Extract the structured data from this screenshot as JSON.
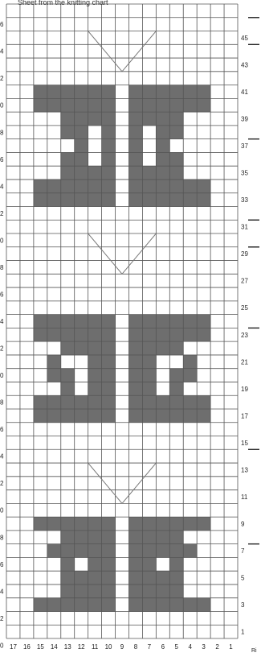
{
  "chart_title": "Sheet from the knitting chart",
  "cols": 17,
  "rows": 47,
  "fill_color": "#6e6e6e",
  "grid_color": "#555555",
  "bottom_labels": [
    "17",
    "16",
    "15",
    "14",
    "13",
    "12",
    "11",
    "10",
    "9",
    "8",
    "7",
    "6",
    "5",
    "4",
    "3",
    "2",
    "1"
  ],
  "right_labels": [
    "45",
    "43",
    "41",
    "39",
    "37",
    "35",
    "33",
    "31",
    "29",
    "27",
    "25",
    "23",
    "21",
    "19",
    "17",
    "15",
    "13",
    "11",
    "9",
    "7",
    "5",
    "3",
    "1"
  ],
  "left_labels": [
    "6",
    "4",
    "2",
    "0",
    "8",
    "6",
    "4",
    "2",
    "0",
    "8",
    "6",
    "4",
    "2",
    "0",
    "8",
    "6",
    "4",
    "2",
    "0",
    "8",
    "6",
    "4",
    "2",
    "0"
  ],
  "corner_label": "Ri",
  "pattern": [
    "_________________",
    "_________________",
    "_________________",
    "_________________",
    "_________________",
    "_________________",
    "__XXXXXX_XXXXXX__",
    "__XXXXXX_XXXXXX__",
    "____XXXX_XXXX____",
    "____XX_X_X_XX____",
    "_____X_X_X_X_____",
    "____XX_X_X_XX____",
    "____XXXX_XXXX____",
    "__XXXXXX_XXXXXX__",
    "__XXXXXX_XXXXXX__",
    "_________________",
    "_________________",
    "_________________",
    "_________________",
    "_________________",
    "_________________",
    "_________________",
    "_________________",
    "__XXXXXX_XXXXXX__",
    "__XXXXXX_XXXXXX__",
    "____XXXX_XXXX____",
    "___X__XX_XX__X___",
    "___XX_XX_XX_XX___",
    "____X_XX_XX_X____",
    "__XXXXXX_XXXXXX__",
    "__XXXXXX_XXXXXX__",
    "_________________",
    "_________________",
    "_________________",
    "_________________",
    "_________________",
    "_________________",
    "_________________",
    "__XXXXXX_XXXXXX__",
    "____XXXX_XXXX____",
    "___XXXXX_XXXXX___",
    "____X_XX_XX_X____",
    "____XXXX_XXXX____",
    "____XXXX_XXXX____",
    "__XXXXXX_XXXXXX__",
    "_________________",
    "_________________"
  ]
}
